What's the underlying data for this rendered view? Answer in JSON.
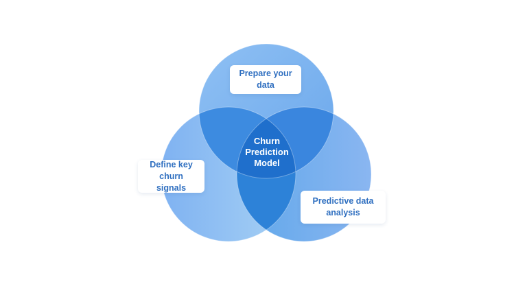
{
  "diagram": {
    "type": "venn",
    "center": {
      "label": "Churn\nPrediction\nModel"
    },
    "sets": [
      {
        "id": "top",
        "label": "Prepare your\ndata"
      },
      {
        "id": "left",
        "label": "Define key\nchurn signals"
      },
      {
        "id": "right",
        "label": "Predictive data\nanalysis"
      }
    ],
    "colors": {
      "circle_light": "#93c2f2",
      "circle_mid": "#5fa2ea",
      "pair_overlap": "#3b87de",
      "bottom_overlap": "#2d82d8",
      "center_overlap": "#1f6fcc",
      "card_text": "#2f6fc0",
      "center_text": "#ffffff"
    }
  }
}
